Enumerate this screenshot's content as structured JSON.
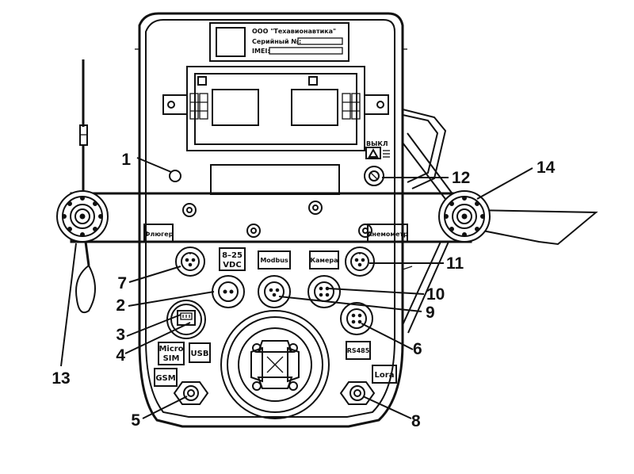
{
  "nameplate": {
    "company": "ООО \"Техавионавтика\"",
    "serial_label": "Серийный №:",
    "imei_label": "IMEI:"
  },
  "switch_label": "ВЫКЛ",
  "port_labels": {
    "flugger": "Флюгер",
    "anemometer": "Анемометр",
    "power": [
      "8–25",
      "VDC"
    ],
    "modbus": "Modbus",
    "camera": "Камера",
    "usb": "USB",
    "micro_sim": [
      "Micro",
      "SIM"
    ],
    "rs485": "RS485",
    "gsm": "GSM",
    "lora": "Lora"
  },
  "callouts": [
    "1",
    "2",
    "3",
    "4",
    "5",
    "6",
    "7",
    "8",
    "9",
    "10",
    "11",
    "12",
    "13",
    "14"
  ]
}
